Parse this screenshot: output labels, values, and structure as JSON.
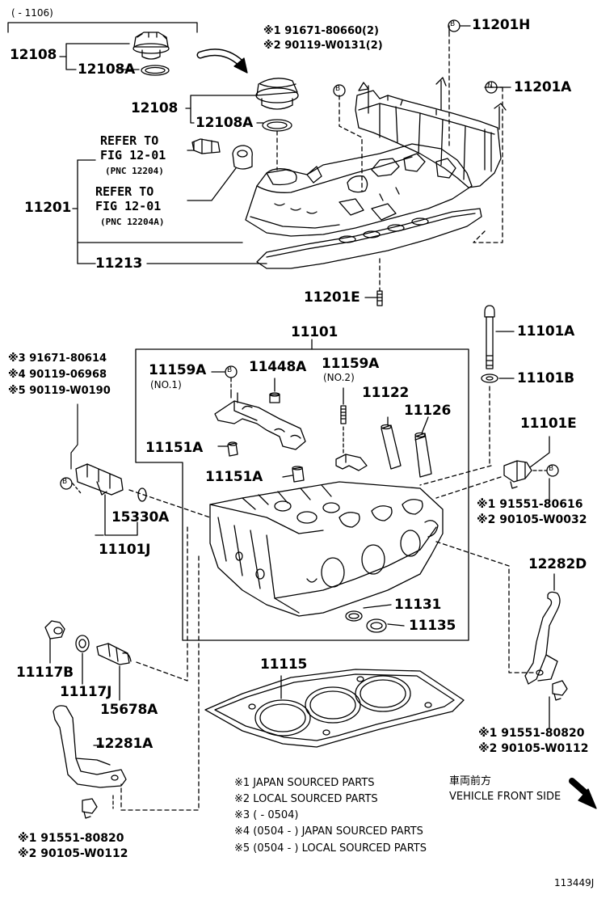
{
  "top_range": "(     - 1106)",
  "labels": {
    "p12108_a": "12108",
    "p12108A_a": "12108A",
    "p12108_b": "12108",
    "p12108A_b": "12108A",
    "refer1_line1": "REFER TO",
    "refer1_line2": "FIG 12-01",
    "refer1_line3": "(PNC 12204)",
    "refer2_line1": "REFER TO",
    "refer2_line2": "FIG 12-01",
    "refer2_line3": "(PNC 12204A)",
    "p11201": "11201",
    "p11213": "11213",
    "p11201E": "11201E",
    "bolt_note1": "※1  91671-80660(2)",
    "bolt_note2": "※2  90119-W0131(2)",
    "p11201H": "11201H",
    "p11201A": "11201A",
    "p11101": "11101",
    "p11101A": "11101A",
    "p11101B": "11101B",
    "p11101E": "11101E",
    "p11159A_1": "11159A",
    "no1": "(NO.1)",
    "p11448A": "11448A",
    "p11159A_2": "11159A",
    "no2": "(NO.2)",
    "p11122": "11122",
    "p11126": "11126",
    "p11151A_1": "11151A",
    "p11151A_2": "11151A",
    "ocv_note3": "※3  91671-80614",
    "ocv_note4": "※4  90119-06968",
    "ocv_note5": "※5  90119-W0190",
    "p15330A": "15330A",
    "p11101J": "11101J",
    "sensor_note1": "※1  91551-80616",
    "sensor_note2": "※2  90105-W0032",
    "p12282D": "12282D",
    "p11131": "11131",
    "p11135": "11135",
    "p11117B": "11117B",
    "p11117J": "11117J",
    "p15678A": "15678A",
    "p11115": "11115",
    "p12281A": "12281A",
    "hook_r_note1": "※1  91551-80820",
    "hook_r_note2": "※2  90105-W0112",
    "hook_l_note1": "※1  91551-80820",
    "hook_l_note2": "※2  90105-W0112",
    "circle_b": "B",
    "circle_n": "N"
  },
  "legend": {
    "row1": "※1   JAPAN SOURCED PARTS",
    "row2": "※2   LOCAL SOURCED PARTS",
    "row3": "※3  (       - 0504)",
    "row4": "※4  (0504 -         ) JAPAN SOURCED PARTS",
    "row5": "※5  (0504 -         ) LOCAL SOURCED PARTS",
    "front_jp": "車両前方",
    "front_en": "VEHICLE FRONT SIDE"
  },
  "figure_id": "113449J"
}
